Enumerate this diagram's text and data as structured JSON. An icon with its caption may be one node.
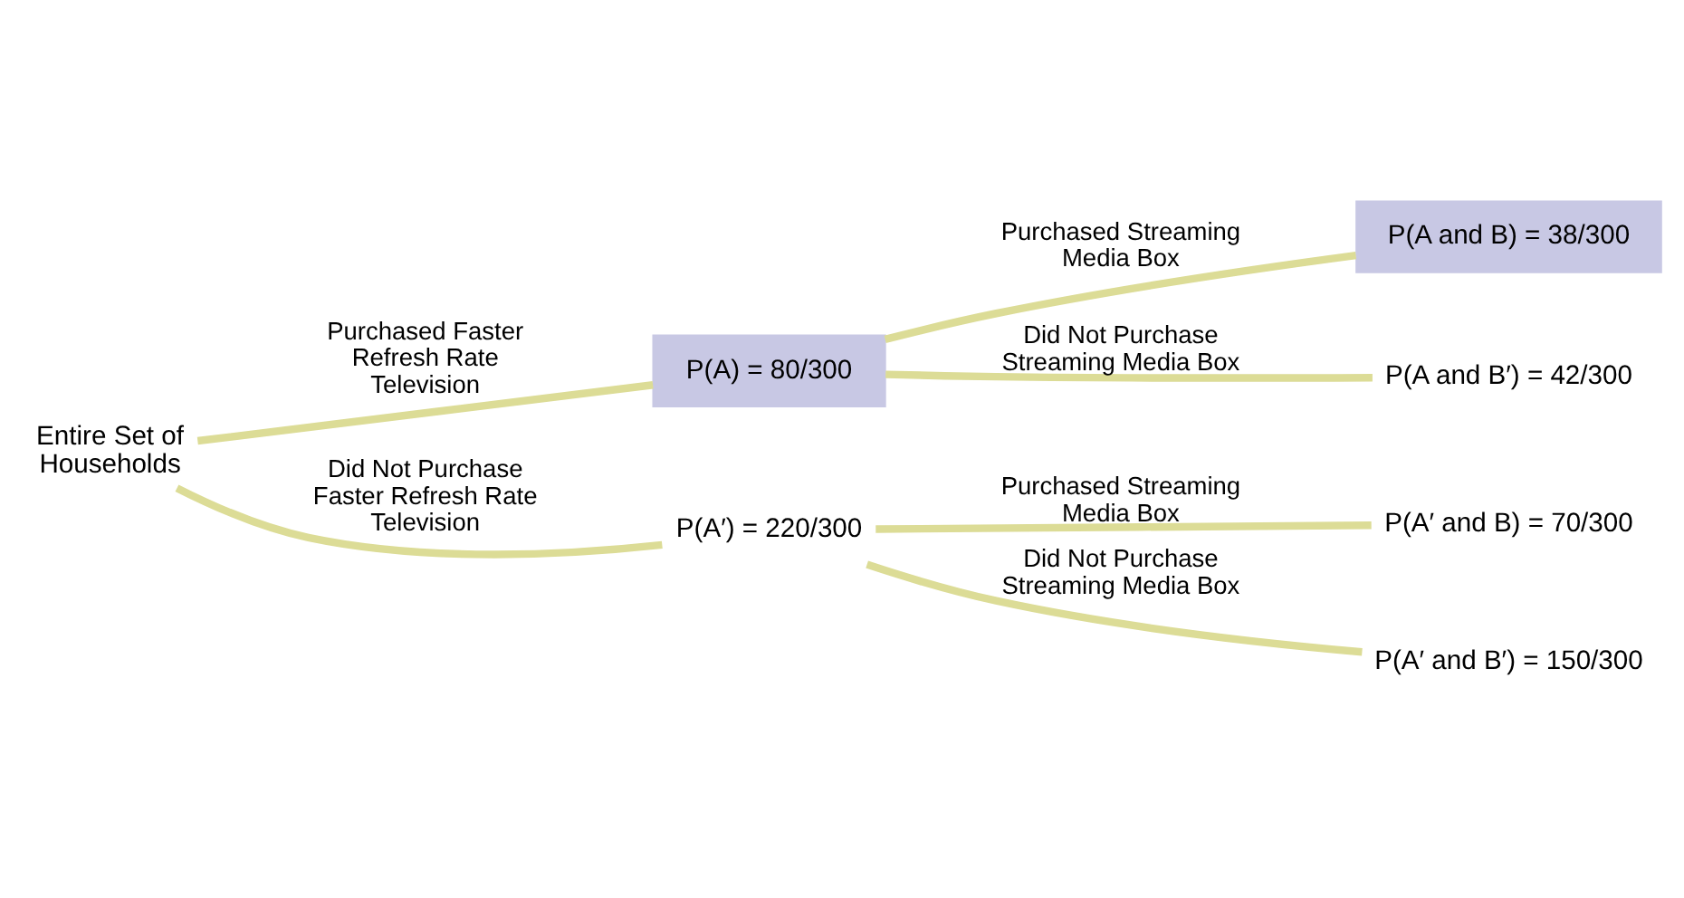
{
  "diagram": {
    "nodes": [
      {
        "text": [
          "Entire Set of Households"
        ]
      },
      {
        "text": [
          "P(A) = 80/300"
        ]
      },
      {
        "text": [
          "P(A′) = 220/300"
        ]
      },
      {
        "text": [
          "P(A and B) = 38/300"
        ]
      },
      {
        "text": [
          "P(A and B′) = 42/300"
        ]
      },
      {
        "text": [
          "P(A′ and B) = 70/300"
        ]
      },
      {
        "text": [
          "P(A′ and B′) = 150/300"
        ]
      }
    ],
    "edges": [
      {
        "from": 0,
        "to": 1,
        "arrow": "none",
        "label": "Purchased Faster Refresh Rate Television"
      },
      {
        "from": 0,
        "to": 2,
        "arrow": "none",
        "label": "Did Not Purchase Faster Refresh Rate Television"
      },
      {
        "from": 1,
        "to": 3,
        "arrow": "none",
        "label": "Purchased Streaming Media Box"
      },
      {
        "from": 1,
        "to": 4,
        "arrow": "none",
        "label": "Did Not Purchase Streaming Media Box"
      },
      {
        "from": 2,
        "to": 5,
        "arrow": "none",
        "label": "Purchased Streaming Media Box"
      },
      {
        "from": 2,
        "to": 6,
        "arrow": "none",
        "label": "Did Not Purchase Streaming Media Box"
      }
    ]
  }
}
